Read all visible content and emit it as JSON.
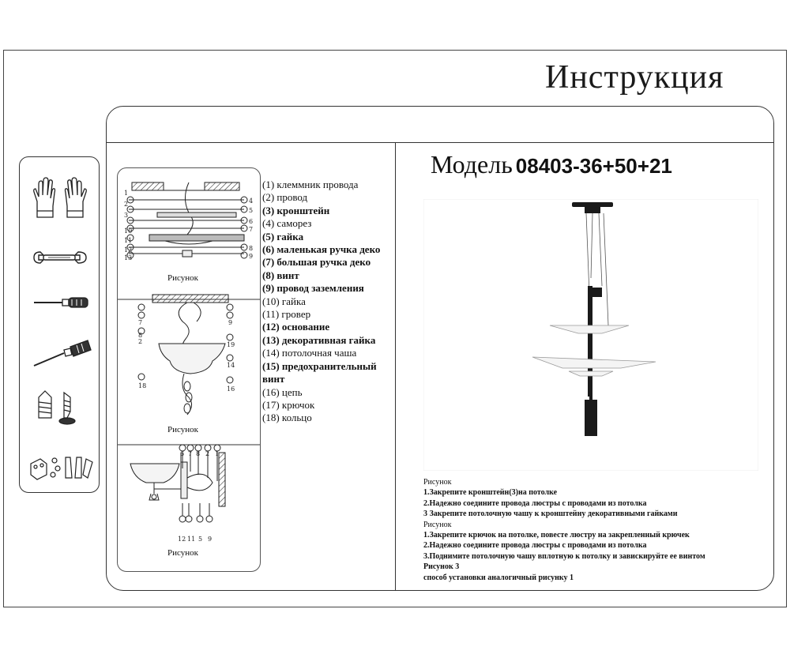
{
  "title": "Инструкция",
  "model": {
    "label": "Модель",
    "number": "08403-36+50+21"
  },
  "tools": [
    {
      "icon": "gloves-icon"
    },
    {
      "icon": "wrench-icon"
    },
    {
      "icon": "flat-screwdriver-icon"
    },
    {
      "icon": "phillips-screwdriver-icon"
    },
    {
      "icon": "screws-icon"
    },
    {
      "icon": "hardware-kit-icon"
    }
  ],
  "figures": [
    {
      "caption": "Рисунок"
    },
    {
      "caption": "Рисунок"
    },
    {
      "caption": "Рисунок"
    }
  ],
  "diagram_numbers": {
    "fig1_left": [
      "1",
      "2",
      "3",
      "10",
      "11",
      "12",
      "13"
    ],
    "fig1_right": [
      "4",
      "5",
      "6",
      "7",
      "8",
      "9"
    ],
    "fig2": [
      "7",
      "8",
      "2",
      "9",
      "19",
      "14",
      "18",
      "16"
    ],
    "fig3_top": [
      "6",
      "7",
      "8",
      "2",
      "1"
    ],
    "fig3_bottom": [
      "12",
      "11",
      "5",
      "9"
    ]
  },
  "legend": [
    {
      "text": "(1) клеммник провода",
      "bold": false
    },
    {
      "text": "(2) провод",
      "bold": false
    },
    {
      "text": "(3) кронштейн",
      "bold": true
    },
    {
      "text": "(4) саморез",
      "bold": false
    },
    {
      "text": "(5) гайка",
      "bold": true
    },
    {
      "text": "(6) маленькая ручка деко",
      "bold": true
    },
    {
      "text": "(7) большая ручка деко",
      "bold": true
    },
    {
      "text": "(8) винт",
      "bold": true
    },
    {
      "text": "(9) провод заземления",
      "bold": true
    },
    {
      "text": "(10) гайка",
      "bold": false
    },
    {
      "text": "(11) гровер",
      "bold": false
    },
    {
      "text": "(12) основание",
      "bold": true
    },
    {
      "text": "(13) декоративная гайка",
      "bold": true
    },
    {
      "text": "(14) потолочная чаша",
      "bold": false
    },
    {
      "text": "(15) предохранительный",
      "bold": true
    },
    {
      "text": "винт",
      "bold": true
    },
    {
      "text": "(16) цепь",
      "bold": false
    },
    {
      "text": "(17) крючок",
      "bold": false
    },
    {
      "text": "(18) кольцо",
      "bold": false
    }
  ],
  "instructions": [
    {
      "text": "Рисунок",
      "bold": false
    },
    {
      "text": "1.Закрепите кронштейн(3)на потолке",
      "bold": true
    },
    {
      "text": "2.Надежно соедините провода люстры с проводами из потолка",
      "bold": true
    },
    {
      "text": "3 Закрепите потолочную чашу к кронштейну декоративными гайками",
      "bold": true
    },
    {
      "text": "Рисунок",
      "bold": false
    },
    {
      "text": "1.Закрепите крючок на потолке, повесте люстру на закрепленный крючек",
      "bold": true
    },
    {
      "text": "2.Надежно соедините провода люстры с проводами из потолка",
      "bold": true
    },
    {
      "text": "3.Поднимите потолочную чашу вплотную к потолку и завискируйте ее винтом",
      "bold": true
    },
    {
      "text": "Рисунок 3",
      "bold": true
    },
    {
      "text": "способ установки аналогичный рисунку 1",
      "bold": true
    }
  ],
  "colors": {
    "line": "#333333",
    "lamp_black": "#1a1a1a",
    "shade_white": "#f4f4f4"
  }
}
